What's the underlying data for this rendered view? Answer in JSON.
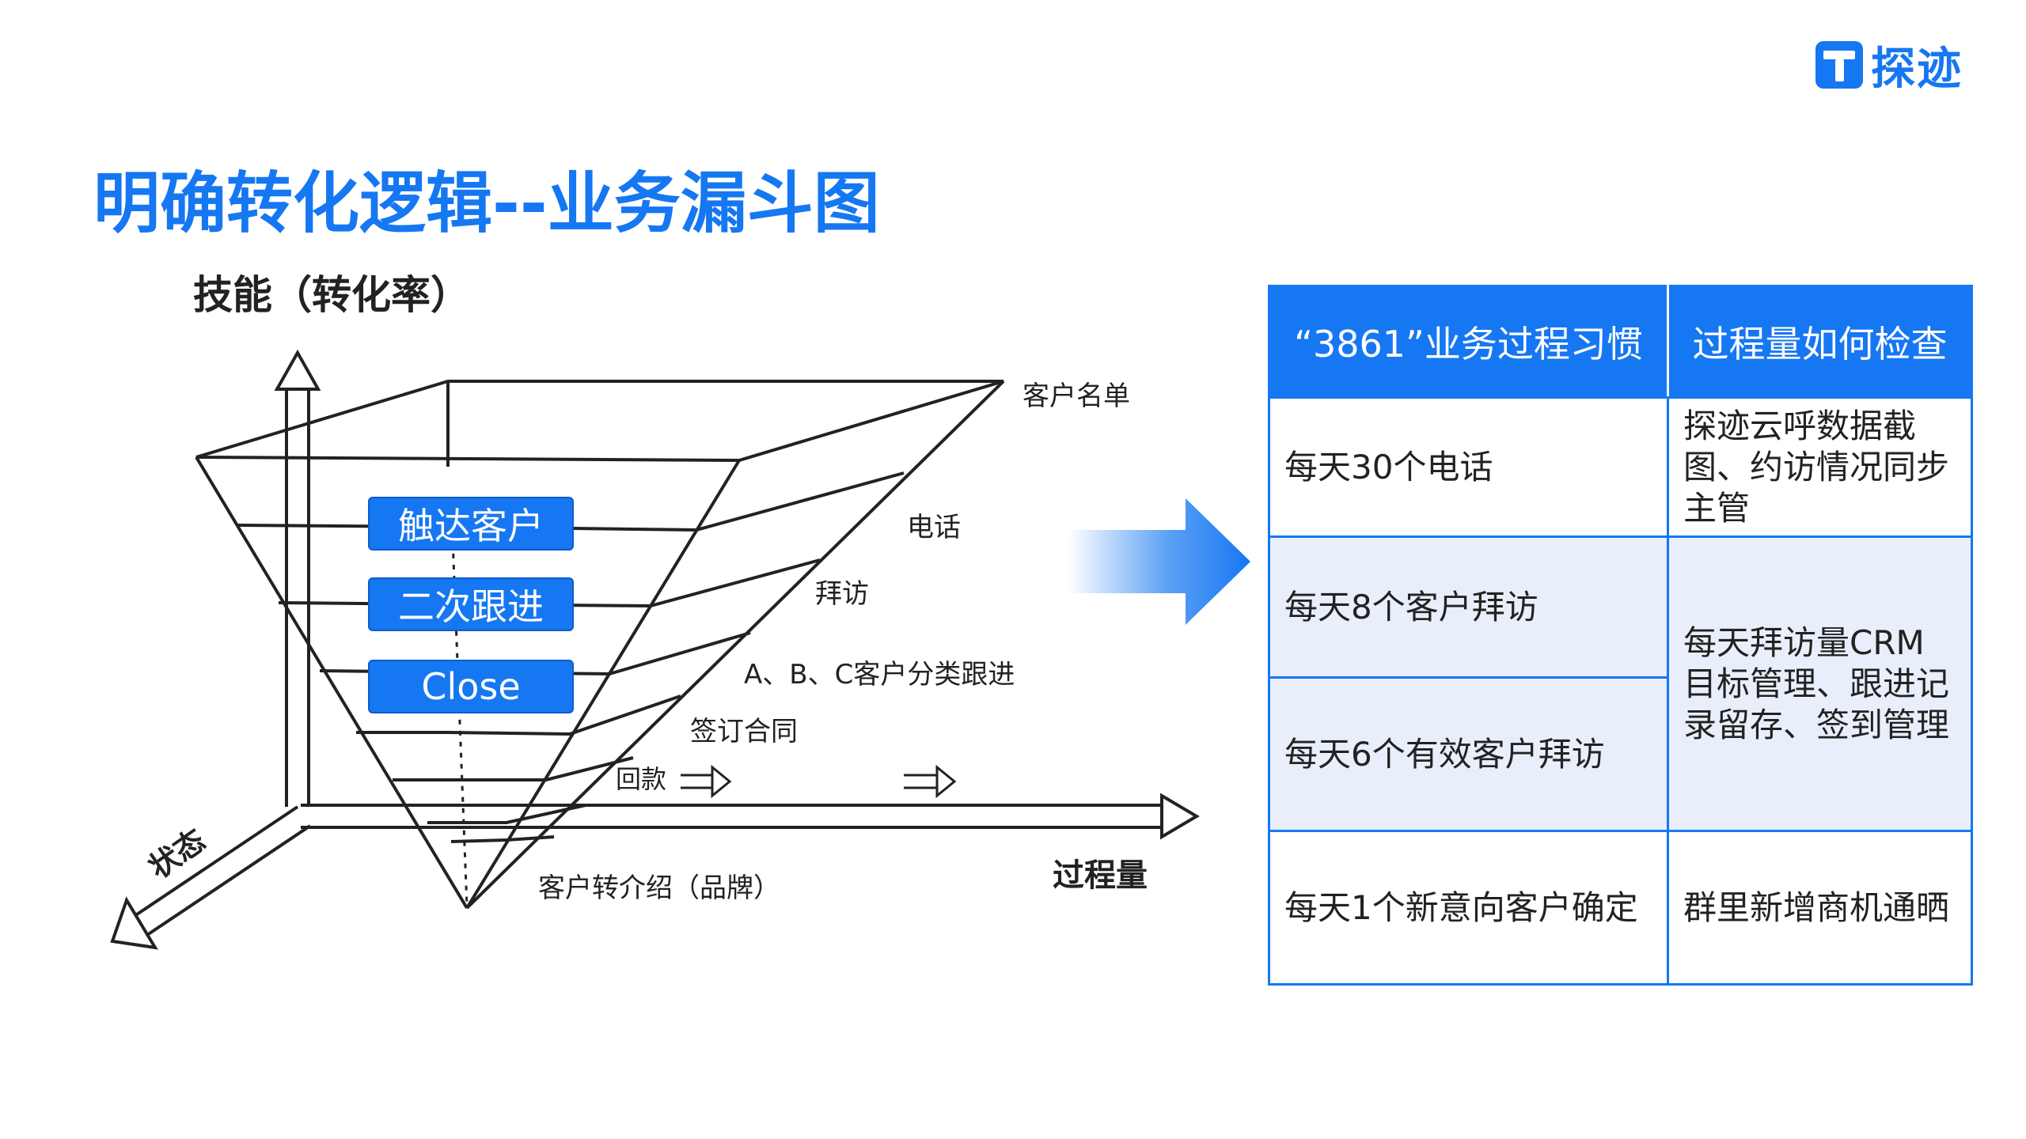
{
  "logo": {
    "text": "探迹"
  },
  "title": "明确转化逻辑--业务漏斗图",
  "funnel": {
    "y_axis_label": "技能（转化率）",
    "x_axis_label": "过程量",
    "z_axis_label": "状态",
    "levels": [
      "客户名单",
      "电话",
      "拜访",
      "A、B、C客户分类跟进",
      "签订合同",
      "回款",
      "客户转介绍（品牌）"
    ],
    "stages": [
      "触达客户",
      "二次跟进",
      "Close"
    ]
  },
  "table": {
    "headers": [
      "“3861”业务过程习惯",
      "过程量如何检查"
    ],
    "rows": [
      {
        "habit": "每天30个电话",
        "check": "探迹云呼数据截图、约访情况同步主管"
      },
      {
        "habit": "每天8个客户拜访",
        "check": "每天拜访量CRM目标管理、跟进记录留存、签到管理"
      },
      {
        "habit": "每天6个有效客户拜访"
      },
      {
        "habit": "每天1个新意向客户确定",
        "check": "群里新增商机通晒"
      }
    ]
  },
  "colors": {
    "accent": "#1677f2",
    "accent_dark": "#0d5ccc",
    "row_tint": "#e8effb",
    "text": "#222222"
  }
}
